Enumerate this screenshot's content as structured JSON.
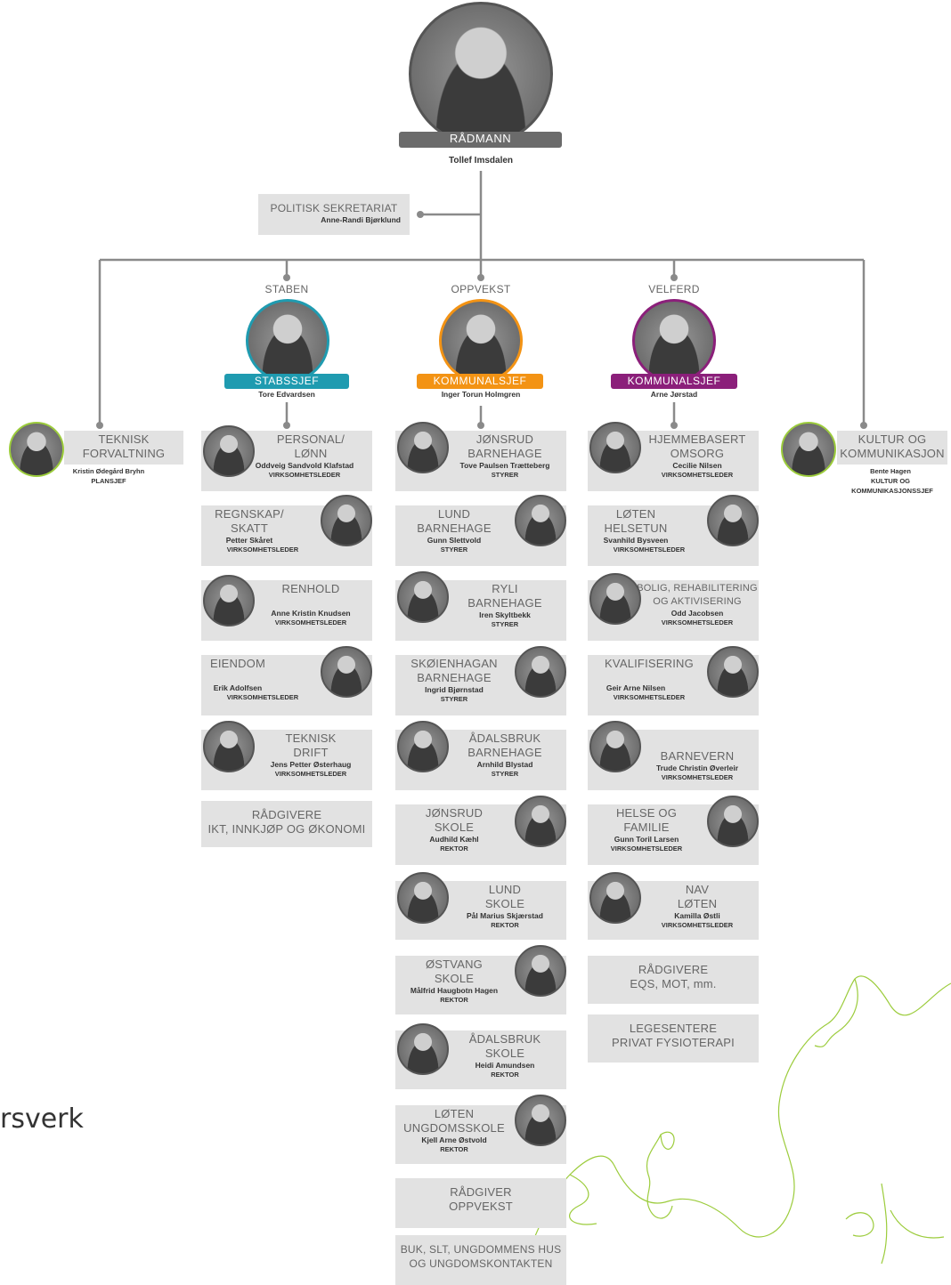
{
  "top": {
    "title": "RÅDMANN",
    "name": "Tollef Imsdalen"
  },
  "politisk": {
    "title": "POLITISK SEKRETARIAT",
    "name": "Anne-Randi Bjørklund"
  },
  "branches": {
    "staben": "STABEN",
    "oppvekst": "OPPVEKST",
    "velferd": "VELFERD"
  },
  "leaders": {
    "staben": {
      "title": "STABSSJEF",
      "name": "Tore Edvardsen",
      "color": "#1f9bb0"
    },
    "oppvekst": {
      "title": "KOMMUNALSJEF",
      "name": "Inger Torun Holmgren",
      "color": "#f39314"
    },
    "velferd": {
      "title": "KOMMUNALSJEF",
      "name": "Arne Jørstad",
      "color": "#8b1f7a"
    }
  },
  "teknisk": {
    "title": "TEKNISK\nFORVALTNING",
    "name": "Kristin Ødegård Bryhn",
    "role": "PLANSJEF"
  },
  "kultur": {
    "title": "KULTUR OG\nKOMMUNIKASJON",
    "name": "Bente Hagen",
    "role1": "KULTUR OG",
    "role2": "KOMMUNIKASJONSSJEF"
  },
  "staben_items": [
    {
      "title": "PERSONAL/\nLØNN",
      "name": "Oddveig Sandvold Klafstad",
      "role": "VIRKSOMHETSLEDER"
    },
    {
      "title": "REGNSKAP/\nSKATT",
      "name": "Petter Skåret",
      "role": "VIRKSOMHETSLEDER"
    },
    {
      "title": "RENHOLD",
      "name": "Anne Kristin Knudsen",
      "role": "VIRKSOMHETSLEDER"
    },
    {
      "title": "EIENDOM",
      "name": "Erik Adolfsen",
      "role": "VIRKSOMHETSLEDER"
    },
    {
      "title": "TEKNISK\nDRIFT",
      "name": "Jens Petter Østerhaug",
      "role": "VIRKSOMHETSLEDER"
    },
    {
      "title": "RÅDGIVERE\nIKT, INNKJØP OG ØKONOMI"
    }
  ],
  "oppvekst_items": [
    {
      "title": "JØNSRUD\nBARNEHAGE",
      "name": "Tove Paulsen Trætteberg",
      "role": "STYRER"
    },
    {
      "title": "LUND\nBARNEHAGE",
      "name": "Gunn Slettvold",
      "role": "STYRER"
    },
    {
      "title": "RYLI\nBARNEHAGE",
      "name": "Iren Skyltbekk",
      "role": "STYRER"
    },
    {
      "title": "SKØIENHAGAN\nBARNEHAGE",
      "name": "Ingrid Bjørnstad",
      "role": "STYRER"
    },
    {
      "title": "ÅDALSBRUK\nBARNEHAGE",
      "name": "Arnhild Blystad",
      "role": "STYRER"
    },
    {
      "title": "JØNSRUD\nSKOLE",
      "name": "Audhild Kæhl",
      "role": "REKTOR"
    },
    {
      "title": "LUND\nSKOLE",
      "name": "Pål Marius Skjærstad",
      "role": "REKTOR"
    },
    {
      "title": "ØSTVANG\nSKOLE",
      "name": "Målfrid Haugbotn Hagen",
      "role": "REKTOR"
    },
    {
      "title": "ÅDALSBRUK\nSKOLE",
      "name": "Heidi Amundsen",
      "role": "REKTOR"
    },
    {
      "title": "LØTEN\nUNGDOMSSKOLE",
      "name": "Kjell Arne Østvold",
      "role": "REKTOR"
    },
    {
      "title": "RÅDGIVER\nOPPVEKST"
    },
    {
      "title": "BUK, SLT, UNGDOMMENS HUS\nOG UNGDOMSKONTAKTEN"
    }
  ],
  "velferd_items": [
    {
      "title": "HJEMMEBASERT\nOMSORG",
      "name": "Cecilie Nilsen",
      "role": "VIRKSOMHETSLEDER"
    },
    {
      "title": "LØTEN\nHELSETUN",
      "name": "Svanhild Bysveen",
      "role": "VIRKSOMHETSLEDER"
    },
    {
      "title": "BOLIG, REHABILITERING\nOG AKTIVISERING",
      "name": "Odd Jacobsen",
      "role": "VIRKSOMHETSLEDER"
    },
    {
      "title": "KVALIFISERING",
      "name": "Geir Arne Nilsen",
      "role": "VIRKSOMHETSLEDER"
    },
    {
      "title": "BARNEVERN",
      "name": "Trude Christin Øverleir",
      "role": "VIRKSOMHETSLEDER"
    },
    {
      "title": "HELSE OG\nFAMILIE",
      "name": "Gunn Toril Larsen",
      "role": "VIRKSOMHETSLEDER"
    },
    {
      "title": "NAV\nLØTEN",
      "name": "Kamilla Østli",
      "role": "VIRKSOMHETSLEDER"
    },
    {
      "title": "RÅDGIVERE\nEQS, MOT, mm."
    },
    {
      "title": "LEGESENTERE\nPRIVAT FYSIOTERAPI"
    }
  ],
  "cut_text": "rsverk",
  "colors": {
    "line": "#8a8a8a",
    "box": "#e2e2e2",
    "pill": "#6b6b6b",
    "decor": "#9ccc3c"
  }
}
